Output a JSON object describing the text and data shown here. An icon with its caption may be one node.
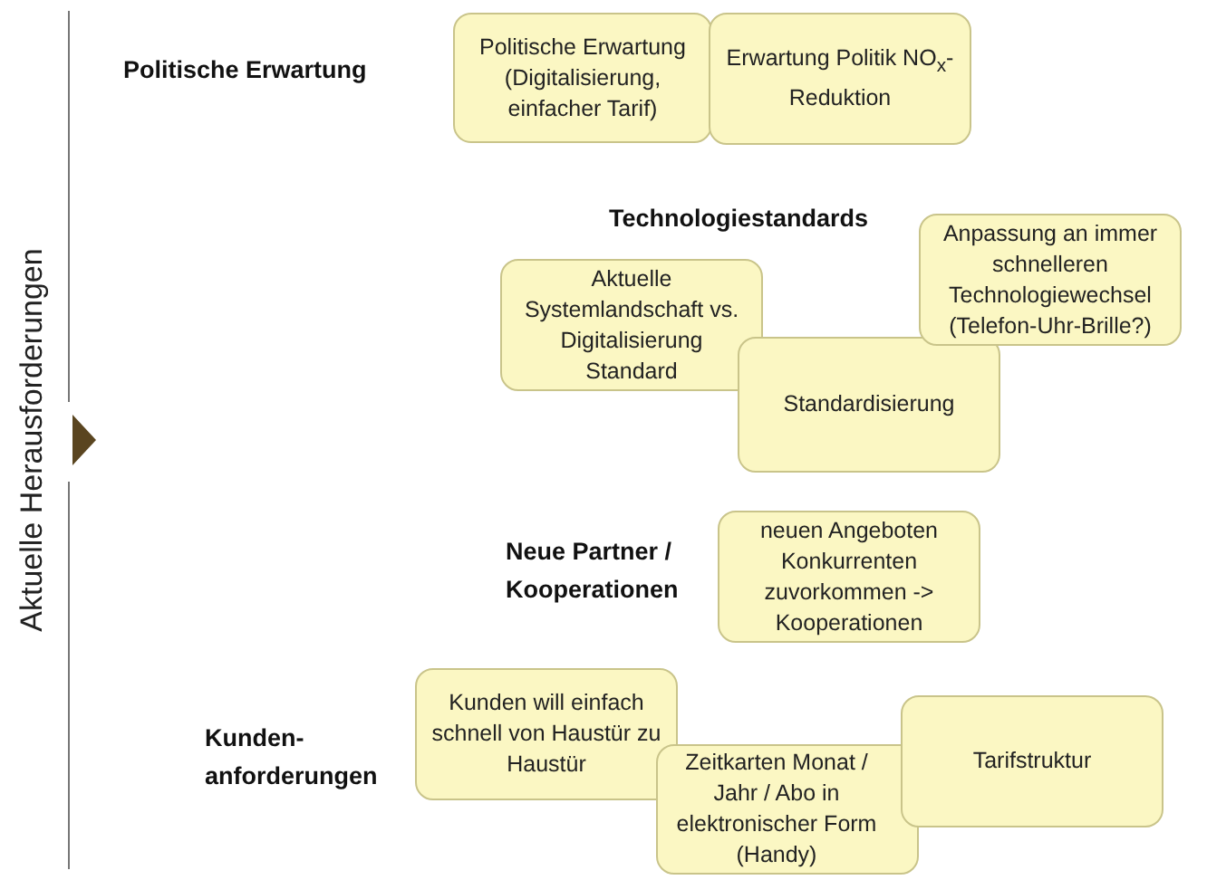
{
  "diagram": {
    "nodes": [
      {
        "text": [
          "Politische Erwartung (Digitalisierung, einfacher Tarif)"
        ]
      },
      {
        "text": [
          "Erwartung Politik NO$_{x}$-Reduktion"
        ]
      },
      {
        "text": [
          "Aktuelle Systemlandschaft vs. Digitalisierung Standard"
        ]
      },
      {
        "text": [
          "Anpassung an immer schnelleren Technologiewechsel (Telefon-Uhr-Brille?)"
        ]
      },
      {
        "text": [
          "Standardisierung"
        ]
      },
      {
        "text": [
          "neuen Angeboten Konkurrenten zuvorkommen -> Kooperationen"
        ]
      },
      {
        "text": [
          "Kunden will einfach schnell von Haustür zu Haustür"
        ]
      },
      {
        "text": [
          "Zeitkarten Monat / Jahr / Abo in elektronischer Form (Handy)"
        ]
      },
      {
        "text": [
          "Tarifstruktur"
        ]
      }
    ],
    "labels": [
      "Aktuelle Herausforderungen",
      "Politische Erwartung",
      "Technologiestandards",
      "Neue Partner / Kooperationen",
      "Kunden- anforderungen"
    ]
  }
}
